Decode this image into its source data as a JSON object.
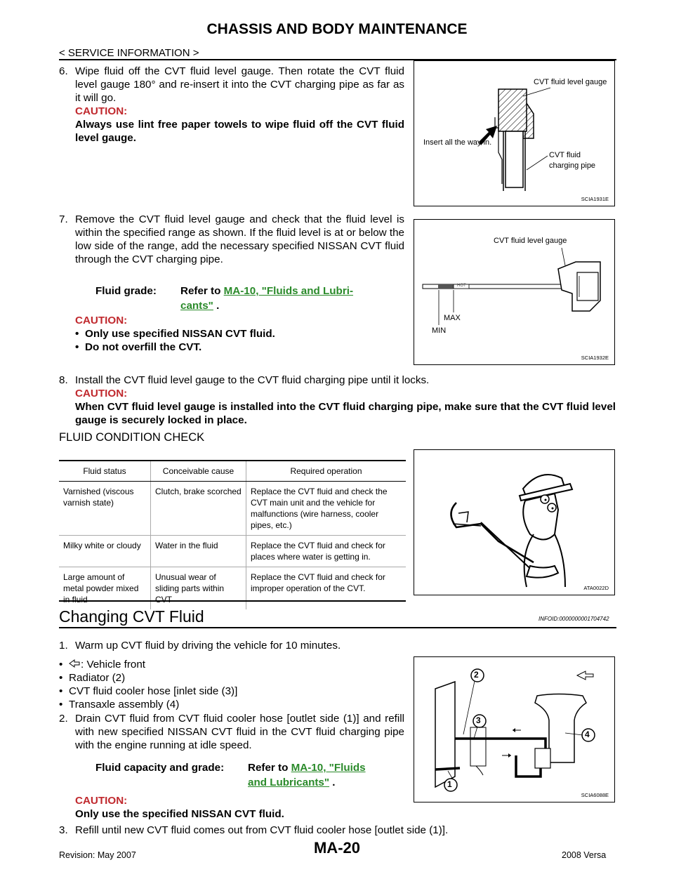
{
  "header": {
    "title": "CHASSIS AND BODY MAINTENANCE",
    "subtitle": "< SERVICE INFORMATION >"
  },
  "step6": {
    "num": "6.",
    "text": "Wipe fluid off the CVT fluid level gauge. Then rotate the CVT fluid level gauge 180° and re-insert it into the CVT charging pipe as far as it will go.",
    "caution_label": "CAUTION:",
    "caution_text": "Always use lint free paper towels to wipe fluid off the CVT fluid level gauge."
  },
  "fig1": {
    "label_gauge": "CVT fluid level gauge",
    "label_insert": "Insert all the way in.",
    "label_pipe_1": "CVT fluid",
    "label_pipe_2": "charging pipe",
    "code": "SCIA1931E"
  },
  "step7": {
    "num": "7.",
    "text": "Remove the CVT fluid level gauge and check that the fluid level is within the specified range as shown. If the fluid level is at or below the low side of the range, add the necessary specified NISSAN CVT fluid through the CVT charging pipe.",
    "spec_label": "Fluid grade:",
    "spec_refer": "Refer to",
    "spec_link_1": "MA-10, \"Fluids and Lubri-",
    "spec_link_2": "cants\"",
    "spec_end": ".",
    "caution_label": "CAUTION:",
    "bullets": [
      "Only use specified NISSAN CVT fluid.",
      "Do not overfill the CVT."
    ]
  },
  "fig2": {
    "label_gauge": "CVT fluid level gauge",
    "label_hot": "HOT",
    "label_max": "MAX",
    "label_min": "MIN",
    "code": "SCIA1932E"
  },
  "step8": {
    "num": "8.",
    "text": "Install the CVT fluid level gauge to the CVT fluid charging pipe until it locks.",
    "caution_label": "CAUTION:",
    "caution_text": "When CVT fluid level gauge is installed into the CVT fluid charging pipe, make sure that the CVT fluid level gauge is securely locked in place."
  },
  "fluid_check": {
    "heading": "FLUID CONDITION CHECK",
    "columns": [
      "Fluid status",
      "Conceivable cause",
      "Required operation"
    ],
    "rows": [
      [
        "Varnished (viscous varnish state)",
        "Clutch, brake scorched",
        "Replace the CVT fluid and check the CVT main unit and the vehicle for malfunctions (wire harness, cooler pipes, etc.)"
      ],
      [
        "Milky white or cloudy",
        "Water in the fluid",
        "Replace the CVT fluid and check for places where water is getting in."
      ],
      [
        "Large amount of metal powder mixed in fluid",
        "Unusual wear of sliding parts within CVT",
        "Replace the CVT fluid and check for improper operation of the CVT."
      ]
    ],
    "fig_code": "ATA0022D"
  },
  "changing": {
    "title": "Changing CVT Fluid",
    "infoid": "INFOID:0000000001704742",
    "step1_num": "1.",
    "step1": "Warm up CVT fluid by driving the vehicle for 10 minutes.",
    "legend_front": ": Vehicle front",
    "legend": [
      "Radiator (2)",
      "CVT fluid cooler hose [inlet side (3)]",
      "Transaxle assembly (4)"
    ],
    "step2_num": "2.",
    "step2": "Drain CVT fluid from CVT fluid cooler hose [outlet side (1)] and refill with new specified NISSAN CVT fluid in the CVT fluid charging pipe with the engine running at idle speed.",
    "spec_label": "Fluid capacity and grade:",
    "spec_refer": "Refer to",
    "spec_link_1": "MA-10, \"Fluids",
    "spec_link_2": "and Lubricants\"",
    "spec_end": ".",
    "caution_label": "CAUTION:",
    "caution_text": "Only use the specified NISSAN CVT fluid.",
    "step3_num": "3.",
    "step3": "Refill until new CVT fluid comes out from CVT fluid cooler hose [outlet side (1)].",
    "fig_nums": [
      "2",
      "3",
      "4",
      "1"
    ],
    "fig_code": "SCIA6088E"
  },
  "footer": {
    "page": "MA-20",
    "revision": "Revision: May 2007",
    "model": "2008 Versa"
  }
}
